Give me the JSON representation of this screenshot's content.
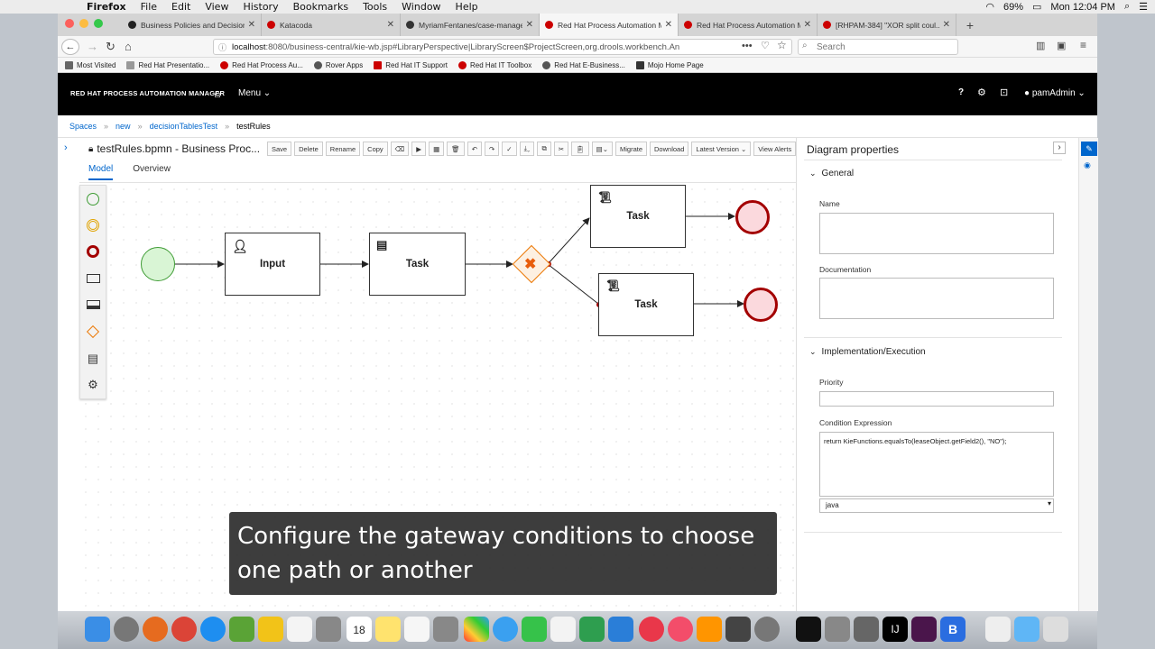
{
  "menubar": {
    "app": "Firefox",
    "items": [
      "File",
      "Edit",
      "View",
      "History",
      "Bookmarks",
      "Tools",
      "Window",
      "Help"
    ],
    "battery": "69%",
    "clock": "Mon 12:04 PM"
  },
  "tabs": [
    {
      "label": "Business Policies and Decision..."
    },
    {
      "label": "Katacoda"
    },
    {
      "label": "MyriamFentanes/case-manage..."
    },
    {
      "label": "Red Hat Process Automation M..."
    },
    {
      "label": "Red Hat Process Automation M..."
    },
    {
      "label": "[RHPAM-384] \"XOR split coul..."
    }
  ],
  "url": {
    "host": "localhost",
    "rest": ":8080/business-central/kie-wb.jsp#LibraryPerspective|LibraryScreen$ProjectScreen,org.drools.workbench.An"
  },
  "search": {
    "placeholder": "Search"
  },
  "bookmarks": [
    "Most Visited",
    "Red Hat Presentatio...",
    "Red Hat Process Au...",
    "Rover Apps",
    "Red Hat IT Support",
    "Red Hat IT Toolbox",
    "Red Hat E-Business...",
    "Mojo Home Page"
  ],
  "app": {
    "brand": "RED HAT PROCESS AUTOMATION MANAGER",
    "menu": "Menu",
    "user": "pamAdmin"
  },
  "breadcrumb": [
    "Spaces",
    "new",
    "decisionTablesTest",
    "testRules"
  ],
  "editor": {
    "title": "testRules.bpmn - Business Proc...",
    "toolbar": [
      "Save",
      "Delete",
      "Rename",
      "Copy",
      "Migrate",
      "Download",
      "Latest Version",
      "View Alerts"
    ],
    "tabs": [
      "Model",
      "Overview"
    ]
  },
  "diagram": {
    "input_label": "Input",
    "task_label": "Task",
    "upper_task_label": "Task",
    "lower_task_label": "Task"
  },
  "properties": {
    "title": "Diagram properties",
    "general": "General",
    "name_label": "Name",
    "documentation_label": "Documentation",
    "impl": "Implementation/Execution",
    "priority_label": "Priority",
    "condition_label": "Condition Expression",
    "condition_value": "return  KieFunctions.equalsTo(leaseObject.getField2(), \"NO\");",
    "language": "java"
  },
  "caption": "Configure the gateway conditions to choose one path or another",
  "dock": {
    "calendar_day": "18"
  },
  "colors": {
    "accent": "#0066cc",
    "end_event": "#a30000",
    "gateway": "#ec7a08",
    "start_event": "#3f9c35"
  }
}
